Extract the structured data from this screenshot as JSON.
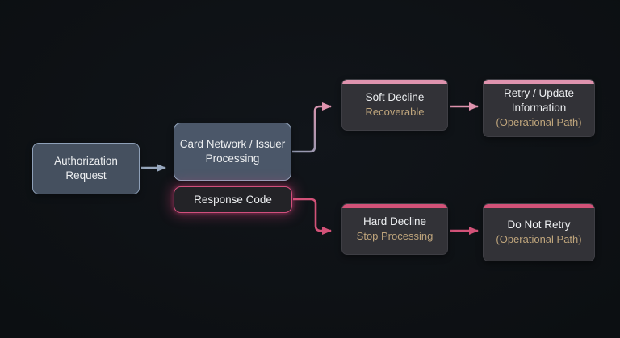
{
  "diagram": {
    "nodes": {
      "authorization_request": {
        "label": "Authorization Request"
      },
      "card_network": {
        "label": "Card Network / Issuer Processing"
      },
      "response_code": {
        "label": "Response Code"
      },
      "soft_decline": {
        "title": "Soft Decline",
        "subtitle": "Recoverable"
      },
      "retry_update": {
        "title": "Retry / Update Information",
        "subtitle": "(Operational Path)"
      },
      "hard_decline": {
        "title": "Hard Decline",
        "subtitle": "Stop Processing"
      },
      "do_not_retry": {
        "title": "Do Not Retry",
        "subtitle": "(Operational Path)"
      }
    },
    "edges": [
      {
        "from": "Authorization Request",
        "to": "Card Network / Issuer Processing"
      },
      {
        "from": "Card Network / Issuer Processing",
        "to": "Soft Decline"
      },
      {
        "from": "Response Code",
        "to": "Hard Decline"
      },
      {
        "from": "Soft Decline",
        "to": "Retry / Update Information"
      },
      {
        "from": "Hard Decline",
        "to": "Do Not Retry"
      }
    ],
    "colors": {
      "background": "#0d1013",
      "slate_fill": "#45505f",
      "slate_border": "#8ea0b8",
      "card_fill": "#4b5769",
      "dark_fill": "#323237",
      "pink_light": "#df93ae",
      "pink_rose": "#d25278",
      "response_border": "#d14f7c",
      "slate_arrow": "#97a7bd",
      "gradient_start": "#8a9ab0",
      "text_primary": "#eceef0",
      "text_secondary": "#bfa57c"
    }
  }
}
